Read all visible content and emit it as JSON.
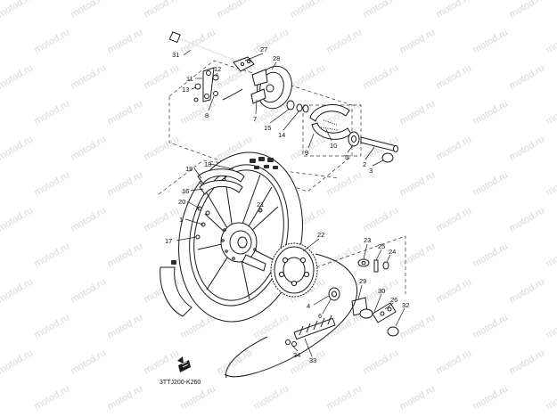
{
  "diagram": {
    "watermark": "motod.ru",
    "code": "3TTJ200-K260",
    "callouts": [
      {
        "id": "31",
        "label": "31"
      },
      {
        "id": "27",
        "label": "27"
      },
      {
        "id": "28",
        "label": "28"
      },
      {
        "id": "11",
        "label": "11"
      },
      {
        "id": "12",
        "label": "12"
      },
      {
        "id": "13",
        "label": "13"
      },
      {
        "id": "8",
        "label": "8"
      },
      {
        "id": "7",
        "label": "7"
      },
      {
        "id": "15",
        "label": "15"
      },
      {
        "id": "14",
        "label": "14"
      },
      {
        "id": "10",
        "label": "10"
      },
      {
        "id": "9",
        "label": "9"
      },
      {
        "id": "5",
        "label": "5"
      },
      {
        "id": "2",
        "label": "2"
      },
      {
        "id": "3",
        "label": "3"
      },
      {
        "id": "18",
        "label": "18"
      },
      {
        "id": "19",
        "label": "19"
      },
      {
        "id": "16",
        "label": "16"
      },
      {
        "id": "20",
        "label": "20"
      },
      {
        "id": "21",
        "label": "21"
      },
      {
        "id": "1",
        "label": "1"
      },
      {
        "id": "17",
        "label": "17"
      },
      {
        "id": "22",
        "label": "22"
      },
      {
        "id": "23",
        "label": "23"
      },
      {
        "id": "25",
        "label": "25"
      },
      {
        "id": "24",
        "label": "24"
      },
      {
        "id": "29",
        "label": "29"
      },
      {
        "id": "30",
        "label": "30"
      },
      {
        "id": "26",
        "label": "26"
      },
      {
        "id": "32",
        "label": "32"
      },
      {
        "id": "4",
        "label": "4"
      },
      {
        "id": "6",
        "label": "6"
      },
      {
        "id": "34",
        "label": "34"
      },
      {
        "id": "33",
        "label": "33"
      }
    ]
  }
}
